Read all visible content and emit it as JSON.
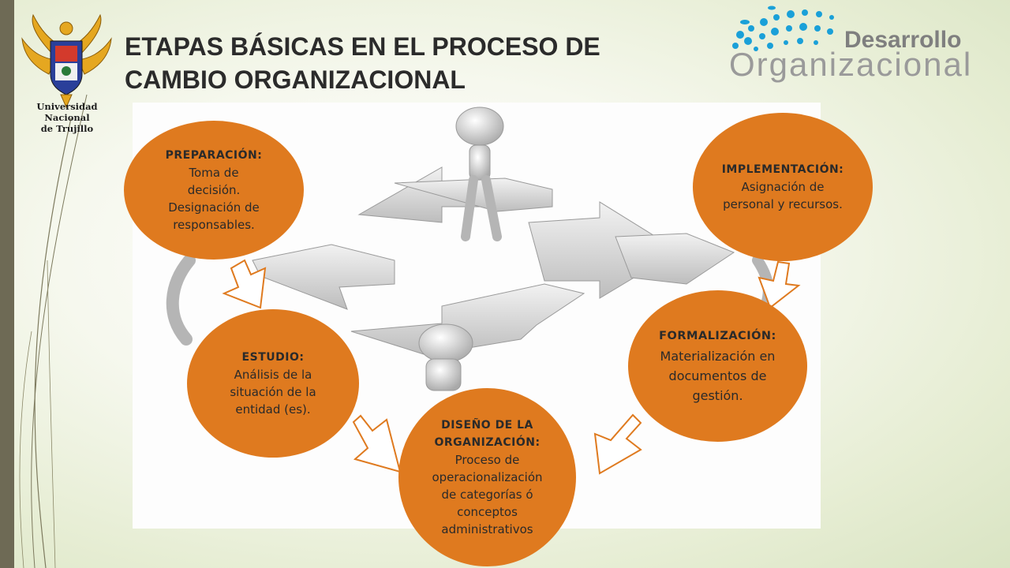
{
  "slide": {
    "title_line1": "ETAPAS BÁSICAS EN EL PROCESO DE",
    "title_line2": "CAMBIO ORGANIZACIONAL"
  },
  "logo_left": {
    "caption_line1": "Universidad Nacional",
    "caption_line2": "de Trujillo"
  },
  "logo_right": {
    "word1": "Desarrollo",
    "word2": "Organizacional"
  },
  "stages": [
    {
      "heading": "PREPARACIÓN:",
      "lines": [
        "Toma de",
        "decisión.",
        "Designación de",
        "responsables."
      ]
    },
    {
      "heading": "ESTUDIO:",
      "lines": [
        "Análisis de la",
        "situación de la",
        "entidad (es)."
      ]
    },
    {
      "heading_lines": [
        "DISEÑO DE LA",
        "ORGANIZACIÓN:"
      ],
      "lines": [
        "Proceso de",
        "operacionalización",
        "de categorías ó",
        "conceptos",
        "administrativos"
      ]
    },
    {
      "heading": "FORMALIZACIÓN:",
      "lines": [
        "Materialización en",
        "documentos de",
        "gestión."
      ]
    },
    {
      "heading": "IMPLEMENTACIÓN:",
      "lines": [
        "Asignación de",
        "personal y recursos."
      ]
    }
  ],
  "colors": {
    "circle_fill": "#df7a1f",
    "arrow_outline": "#df7a1f",
    "side_bar": "#6e6a55",
    "logo_blue": "#1aa0d8",
    "logo_gray": "#8a8a8a"
  }
}
